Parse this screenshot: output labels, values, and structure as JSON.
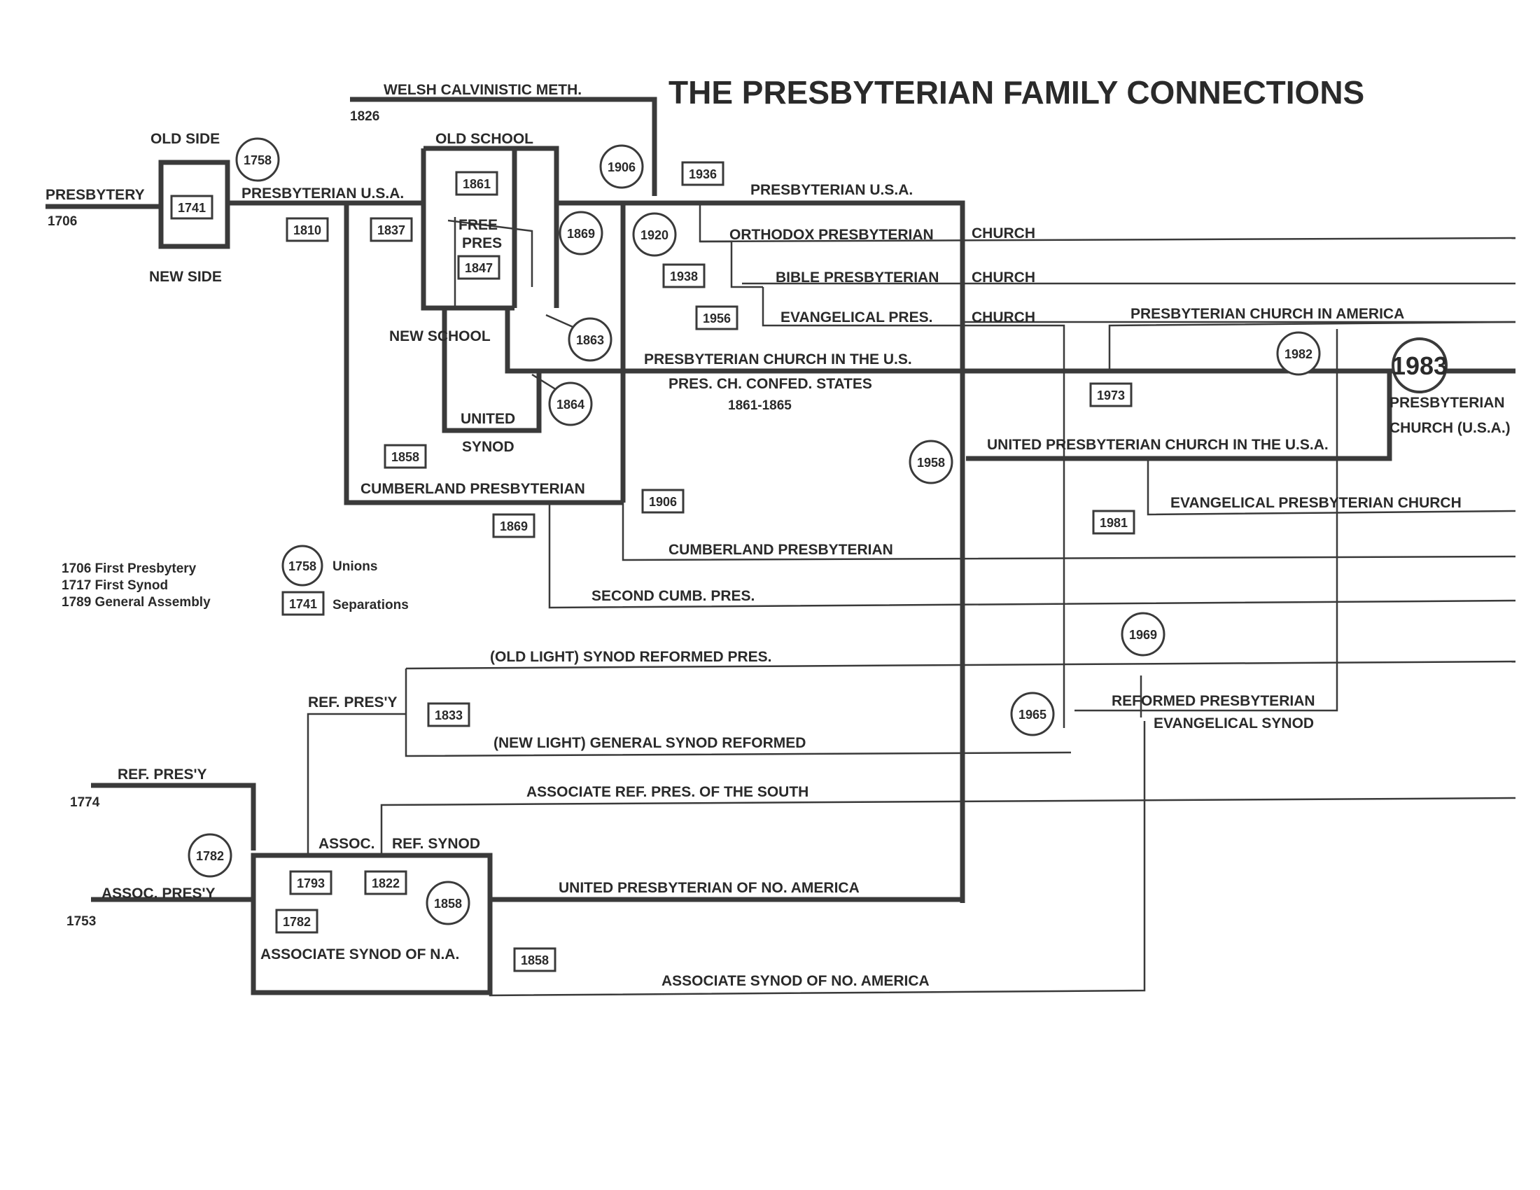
{
  "title": "THE PRESBYTERIAN FAMILY CONNECTIONS",
  "legend": {
    "first_presbytery": "1706 First Presbytery",
    "first_synod": "1717 First Synod",
    "general_assembly": "1789 General Assembly",
    "unions_year": "1758",
    "unions_label": "Unions",
    "separations_year": "1741",
    "separations_label": "Separations"
  },
  "labels": {
    "presbytery": "PRESBYTERY",
    "presbytery_year": "1706",
    "old_side": "OLD SIDE",
    "new_side": "NEW SIDE",
    "pres_usa_early": "PRESBYTERIAN U.S.A.",
    "welsh": "WELSH CALVINISTIC METH.",
    "welsh_year": "1826",
    "old_school": "OLD SCHOOL",
    "new_school": "NEW SCHOOL",
    "free_pres_1": "FREE",
    "free_pres_2": "PRES",
    "united_synod_1": "UNITED",
    "united_synod_2": "SYNOD",
    "cumberland_1": "CUMBERLAND PRESBYTERIAN",
    "pres_usa": "PRESBYTERIAN U.S.A.",
    "orthodox": "ORTHODOX PRESBYTERIAN",
    "bible": "BIBLE PRESBYTERIAN",
    "evangelical_pres": "EVANGELICAL  PRES.",
    "church_1": "CHURCH",
    "church_2": "CHURCH",
    "church_3": "CHURCH",
    "pca": "PRESBYTERIAN CHURCH IN AMERICA",
    "pcus": "PRESBYTERIAN CHURCH IN THE U.S.",
    "confed_1": "PRES. CH. CONFED. STATES",
    "confed_2": "1861-1865",
    "big_1983": "1983",
    "pcusa_1": "PRESBYTERIAN",
    "pcusa_2": "CHURCH (U.S.A.)",
    "upcusa": "UNITED PRESBYTERIAN  CHURCH IN THE  U.S.A.",
    "epc": "EVANGELICAL PRESBYTERIAN CHURCH",
    "cumberland_2": "CUMBERLAND PRESBYTERIAN",
    "second_cumb": "SECOND CUMB. PRES.",
    "old_light": "(OLD LIGHT) SYNOD REFORMED PRES.",
    "ref_presy_1": "REF. PRES'Y",
    "new_light": "(NEW LIGHT) GENERAL SYNOD REFORMED",
    "rpes_1": "REFORMED PRESBYTERIAN",
    "rpes_2": "EVANGELICAL SYNOD",
    "ref_presy_2": "REF. PRES'Y",
    "ref_presy_year": "1774",
    "arp_south": "ASSOCIATE REF. PRES. OF THE SOUTH",
    "assoc_1": "ASSOC.",
    "ref_synod": "REF. SYNOD",
    "assoc_presy": "ASSOC. PRES'Y",
    "assoc_presy_year": "1753",
    "upna": "UNITED PRESBYTERIAN OF NO. AMERICA",
    "assoc_synod_na": "ASSOCIATE SYNOD OF N.A.",
    "assoc_synod_no_america": "ASSOCIATE SYNOD OF NO.  AMERICA"
  },
  "separations": {
    "s1741": "1741",
    "s1810": "1810",
    "s1837": "1837",
    "s1861": "1861",
    "s1847": "1847",
    "s1858a": "1858",
    "s1869": "1869",
    "s1906": "1906",
    "s1936": "1936",
    "s1938": "1938",
    "s1956": "1956",
    "s1973": "1973",
    "s1981": "1981",
    "s1833": "1833",
    "s1793": "1793",
    "s1822": "1822",
    "s1782": "1782",
    "s1858b": "1858"
  },
  "unions": {
    "u1758": "1758",
    "u1906": "1906",
    "u1920": "1920",
    "u1869": "1869",
    "u1863": "1863",
    "u1864": "1864",
    "u1958": "1958",
    "u1982": "1982",
    "u1969": "1969",
    "u1965": "1965",
    "u1782": "1782",
    "u1858": "1858"
  }
}
